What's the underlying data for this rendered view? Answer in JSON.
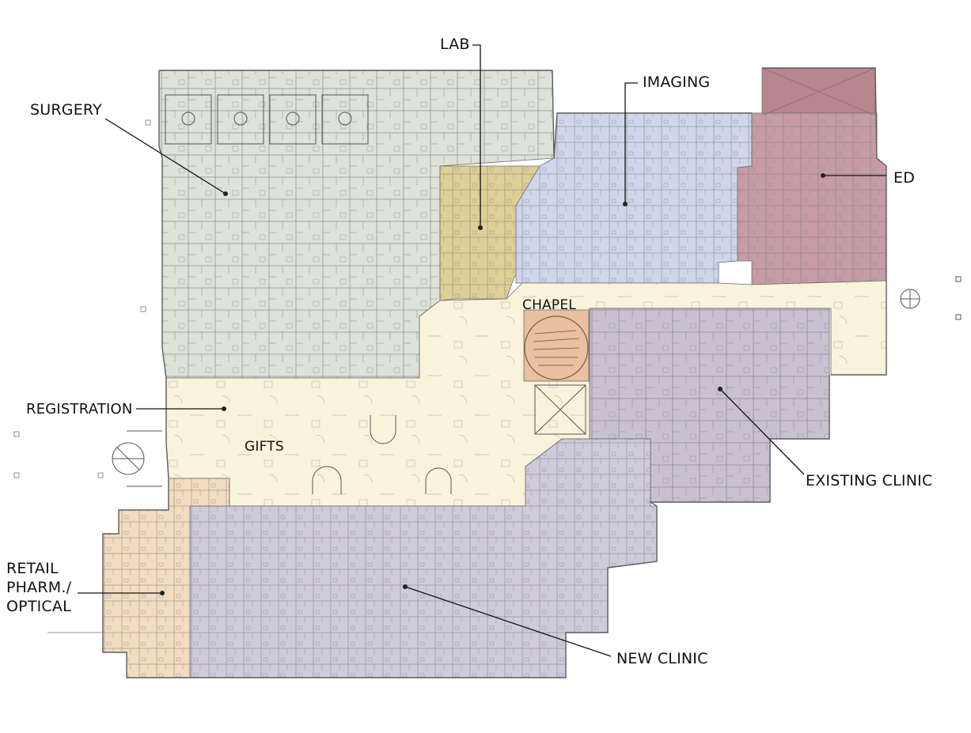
{
  "labels": {
    "surgery": "SURGERY",
    "lab": "LAB",
    "imaging": "IMAGING",
    "ed": "ED",
    "chapel": "CHAPEL",
    "registration": "REGISTRATION",
    "gifts": "GIFTS",
    "existing_clinic": "EXISTING CLINIC",
    "retail_line1": "RETAIL",
    "retail_line2": "PHARM./",
    "retail_line3": "OPTICAL",
    "new_clinic": "NEW CLINIC"
  },
  "colors": {
    "surgery": "#dde3d8",
    "lab": "#e0cf96",
    "imaging": "#cfd6ec",
    "ed": "#c79ca6",
    "ed_canopy": "#b7868e",
    "chapel": "#e9c0a0",
    "public": "#faf3dc",
    "existing_clinic": "#c9c0d2",
    "new_clinic": "#cfcbdc",
    "retail": "#f3dcc0",
    "wall": "#6a6a6a"
  }
}
